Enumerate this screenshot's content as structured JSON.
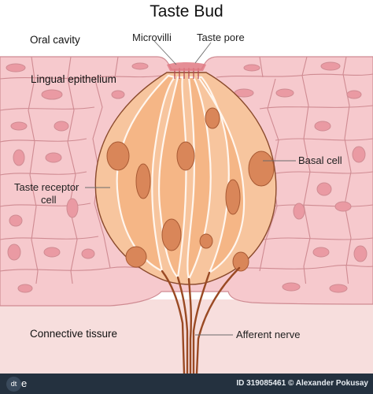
{
  "title": "Taste Bud",
  "labels": {
    "oral_cavity": "Oral cavity",
    "microvilli": "Microvilli",
    "taste_pore": "Taste pore",
    "lingual_epithelium": "Lingual epithelium",
    "basal_cell": "Basal cell",
    "taste_receptor_cell_line1": "Taste receptor",
    "taste_receptor_cell_line2": "cell",
    "connective_tissue": "Connective tissure",
    "afferent_nerve": "Afferent nerve"
  },
  "footer": {
    "logo": "dt",
    "logo_suffix": "e",
    "credit": "ID 319085461 © Alexander Pokusay"
  },
  "colors": {
    "epithelium": "#f6c9cd",
    "epithelium_cell_border": "#cf8b92",
    "nucleus": "#ea9aa3",
    "connective": "#f7dedd",
    "bud": "#f7c59e",
    "bud_cell": "#f5b686",
    "bud_nucleus": "#d98659",
    "nerve": "#9a4a24",
    "pore": "#e07a84"
  }
}
